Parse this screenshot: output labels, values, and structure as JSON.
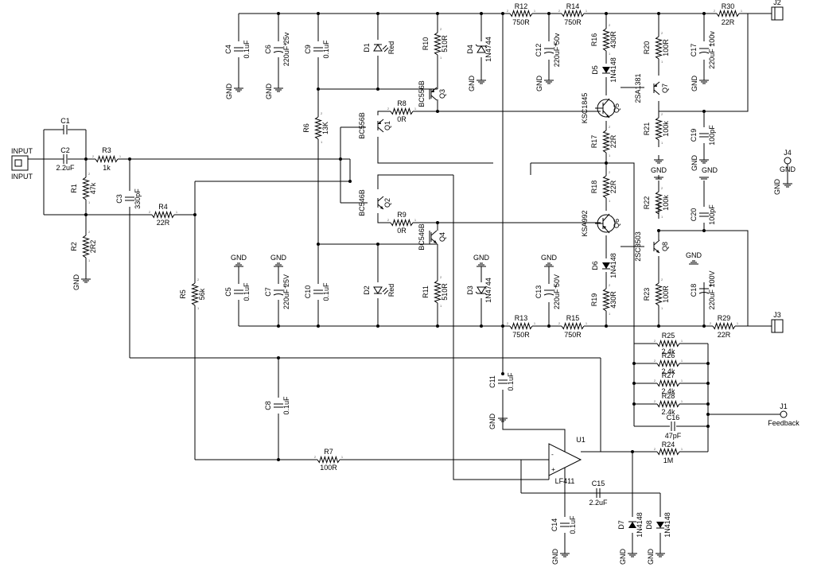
{
  "schematic": {
    "resistors": [
      {
        "ref": "R1",
        "value": "47k"
      },
      {
        "ref": "R2",
        "value": "2R2"
      },
      {
        "ref": "R3",
        "value": "1k"
      },
      {
        "ref": "R4",
        "value": "22R"
      },
      {
        "ref": "R5",
        "value": "56k"
      },
      {
        "ref": "R6",
        "value": "13K"
      },
      {
        "ref": "R7",
        "value": "100R"
      },
      {
        "ref": "R8",
        "value": "0R"
      },
      {
        "ref": "R9",
        "value": "0R"
      },
      {
        "ref": "R10",
        "value": "510R"
      },
      {
        "ref": "R11",
        "value": "510R"
      },
      {
        "ref": "R12",
        "value": "750R"
      },
      {
        "ref": "R13",
        "value": "750R"
      },
      {
        "ref": "R14",
        "value": "750R"
      },
      {
        "ref": "R15",
        "value": "750R"
      },
      {
        "ref": "R16",
        "value": "430R"
      },
      {
        "ref": "R17",
        "value": "22R"
      },
      {
        "ref": "R18",
        "value": "22R"
      },
      {
        "ref": "R19",
        "value": "430R"
      },
      {
        "ref": "R20",
        "value": "100R"
      },
      {
        "ref": "R21",
        "value": "100k"
      },
      {
        "ref": "R22",
        "value": "100k"
      },
      {
        "ref": "R23",
        "value": "100R"
      },
      {
        "ref": "R24",
        "value": "1M"
      },
      {
        "ref": "R25",
        "value": "2.4k"
      },
      {
        "ref": "R26",
        "value": "2.4k"
      },
      {
        "ref": "R27",
        "value": "2.4k"
      },
      {
        "ref": "R28",
        "value": "2.4k"
      },
      {
        "ref": "R29",
        "value": "22R"
      },
      {
        "ref": "R30",
        "value": "22R"
      }
    ],
    "capacitors": [
      {
        "ref": "C1",
        "value": ""
      },
      {
        "ref": "C2",
        "value": "2.2uF"
      },
      {
        "ref": "C3",
        "value": "330pF"
      },
      {
        "ref": "C4",
        "value": "0.1uF"
      },
      {
        "ref": "C5",
        "value": "0.1uF"
      },
      {
        "ref": "C6",
        "value": "220uF 25v"
      },
      {
        "ref": "C7",
        "value": "220uF 25V"
      },
      {
        "ref": "C8",
        "value": "0.1uF"
      },
      {
        "ref": "C9",
        "value": "0.1uF"
      },
      {
        "ref": "C10",
        "value": "0.1uF"
      },
      {
        "ref": "C11",
        "value": "0.1uF"
      },
      {
        "ref": "C12",
        "value": "220uF 50v"
      },
      {
        "ref": "C13",
        "value": "220uF 50V"
      },
      {
        "ref": "C14",
        "value": "0.1uF"
      },
      {
        "ref": "C15",
        "value": "2.2uF"
      },
      {
        "ref": "C16",
        "value": "47pF"
      },
      {
        "ref": "C17",
        "value": "220uF 100v"
      },
      {
        "ref": "C18",
        "value": "220uF 100V"
      },
      {
        "ref": "C19",
        "value": "100pF"
      },
      {
        "ref": "C20",
        "value": "100pF"
      }
    ],
    "transistors": [
      {
        "ref": "Q1",
        "value": "BC556B"
      },
      {
        "ref": "Q2",
        "value": "BC546B"
      },
      {
        "ref": "Q3",
        "value": "BC556B"
      },
      {
        "ref": "Q4",
        "value": "BC546B"
      },
      {
        "ref": "Q5",
        "value": "KSC1845"
      },
      {
        "ref": "Q6",
        "value": "KSA992"
      },
      {
        "ref": "Q7",
        "value": "2SA1381"
      },
      {
        "ref": "Q8",
        "value": "2SC3503"
      }
    ],
    "diodes": [
      {
        "ref": "D1",
        "value": "Red"
      },
      {
        "ref": "D2",
        "value": "Red"
      },
      {
        "ref": "D3",
        "value": "1N4744"
      },
      {
        "ref": "D4",
        "value": "1N4744"
      },
      {
        "ref": "D5",
        "value": "1N4148"
      },
      {
        "ref": "D6",
        "value": "1N4148"
      },
      {
        "ref": "D7",
        "value": "1N4148"
      },
      {
        "ref": "D8",
        "value": "1N4148"
      }
    ],
    "opamp": {
      "ref": "U1",
      "value": "LF411"
    },
    "connectors": [
      {
        "ref": "J1",
        "label": "Feedback"
      },
      {
        "ref": "J2",
        "label": ""
      },
      {
        "ref": "J3",
        "label": ""
      },
      {
        "ref": "J4",
        "label": "GND"
      },
      {
        "ref": "INPUT",
        "label": "INPUT"
      }
    ],
    "input_label": "INPUT",
    "gnd_label": "GND"
  }
}
